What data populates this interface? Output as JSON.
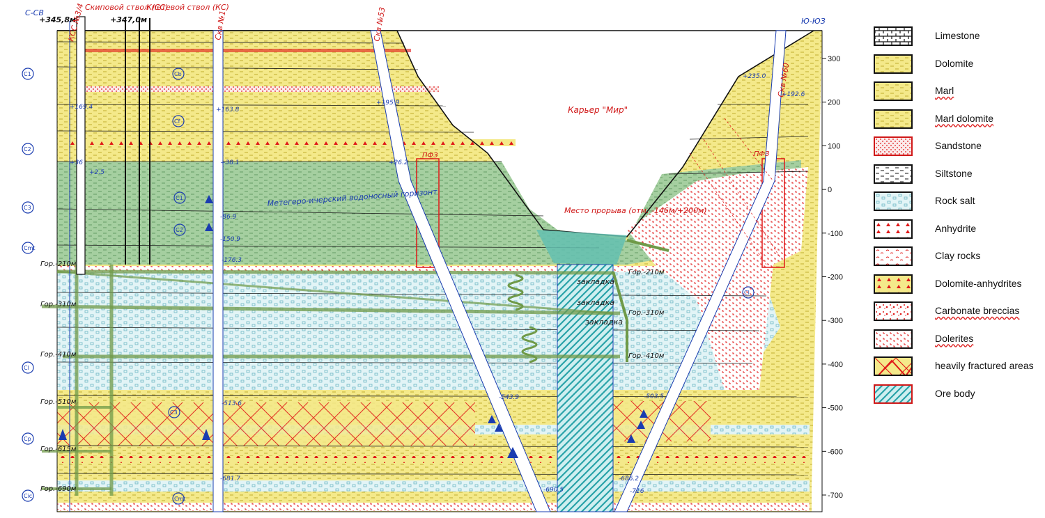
{
  "header": {
    "left_dir": "С-СВ",
    "right_dir": "Ю-ЮЗ",
    "collar_left": "+345,8м",
    "collar_right": "+347,0м",
    "shaft_skip": "Скиповой ствол (СС)",
    "shaft_cage": "Клетевой ствол (КС)"
  },
  "wells": {
    "kss": "КСС №3/4",
    "skv1": "Скв №1",
    "skv53": "Скв №53",
    "skv60": "Скв №60"
  },
  "labels": {
    "pit": "Карьер \"Мир\"",
    "aquifer": "Метегеро-ичерский водоносный горизонт",
    "breakthrough": "Место прорыва (отм. -146м/+200м)",
    "pfz_left": "ПФЗ",
    "pfz_right": "ПФЗ",
    "backfill": [
      "закладка",
      "закладка",
      "закладка"
    ]
  },
  "horizons": [
    {
      "label": "Гор.-210м",
      "elev": -210
    },
    {
      "label": "Гор.-310м",
      "elev": -310
    },
    {
      "label": "Гор.-410м",
      "elev": -410
    },
    {
      "label": "Гор.-510м",
      "elev": -510
    },
    {
      "label": "Гор.-615м",
      "elev": -615
    },
    {
      "label": "Гор.-690м",
      "elev": -690
    }
  ],
  "horizons_right": [
    {
      "label": "Гор.-210м",
      "elev": -210
    },
    {
      "label": "Гор.-310м",
      "elev": -310
    },
    {
      "label": "Гор.-410м",
      "elev": -410
    }
  ],
  "well_marks": {
    "skv1": [
      "+163.8",
      "+38.1",
      "-86.9",
      "-150.9",
      "-176.3",
      "-513.6",
      "-681.7"
    ],
    "kss": [
      "+169.4",
      "+36",
      "+2.5"
    ],
    "skv53": [
      "+195.9",
      "+26.2",
      "-543.9",
      "-690.5"
    ],
    "skv60": [
      "+235.0",
      "+192.6",
      "-503.5",
      "-686.2",
      "-716"
    ]
  },
  "scale": {
    "ticks": [
      "300",
      "200",
      "100",
      "0",
      "-100",
      "-200",
      "-300",
      "-400",
      "-500",
      "-600",
      "-700"
    ]
  },
  "strat_marks": [
    "C1",
    "C2",
    "C3",
    "Cmt",
    "Cl",
    "Cp",
    "Cic",
    "Cb",
    "Cf"
  ],
  "legend": [
    {
      "label": "Limestone",
      "pattern": "limestone",
      "underline": false
    },
    {
      "label": "Dolomite",
      "pattern": "dolomite",
      "underline": false
    },
    {
      "label": "Marl",
      "pattern": "marl",
      "underline": true
    },
    {
      "label": "Marl dolomite",
      "pattern": "marl",
      "underline": true
    },
    {
      "label": "Sandstone",
      "pattern": "sandstone",
      "underline": false
    },
    {
      "label": "Siltstone",
      "pattern": "siltstone",
      "underline": false
    },
    {
      "label": "Rock salt",
      "pattern": "salt",
      "underline": false
    },
    {
      "label": "Anhydrite",
      "pattern": "anhydrite",
      "underline": false
    },
    {
      "label": "Clay rocks",
      "pattern": "clay",
      "underline": false
    },
    {
      "label": "Dolomite-anhydrites",
      "pattern": "dolanh",
      "underline": false
    },
    {
      "label": "Carbonate breccias",
      "pattern": "breccia",
      "underline": true
    },
    {
      "label": "Dolerites",
      "pattern": "dolerite",
      "underline": true
    },
    {
      "label": "heavily fractured areas",
      "pattern": "fracture",
      "underline": false
    },
    {
      "label": "Ore body",
      "pattern": "ore",
      "underline": false
    }
  ],
  "colors": {
    "dolomite": "#f4e98a",
    "marl": "#efe27a",
    "carbonate_green": "#9ecb98",
    "salt": "#dcf0f4",
    "red": "#e01818",
    "blue": "#1a3cb0",
    "workings": "#8fb268",
    "ore": "#45b8bc"
  }
}
